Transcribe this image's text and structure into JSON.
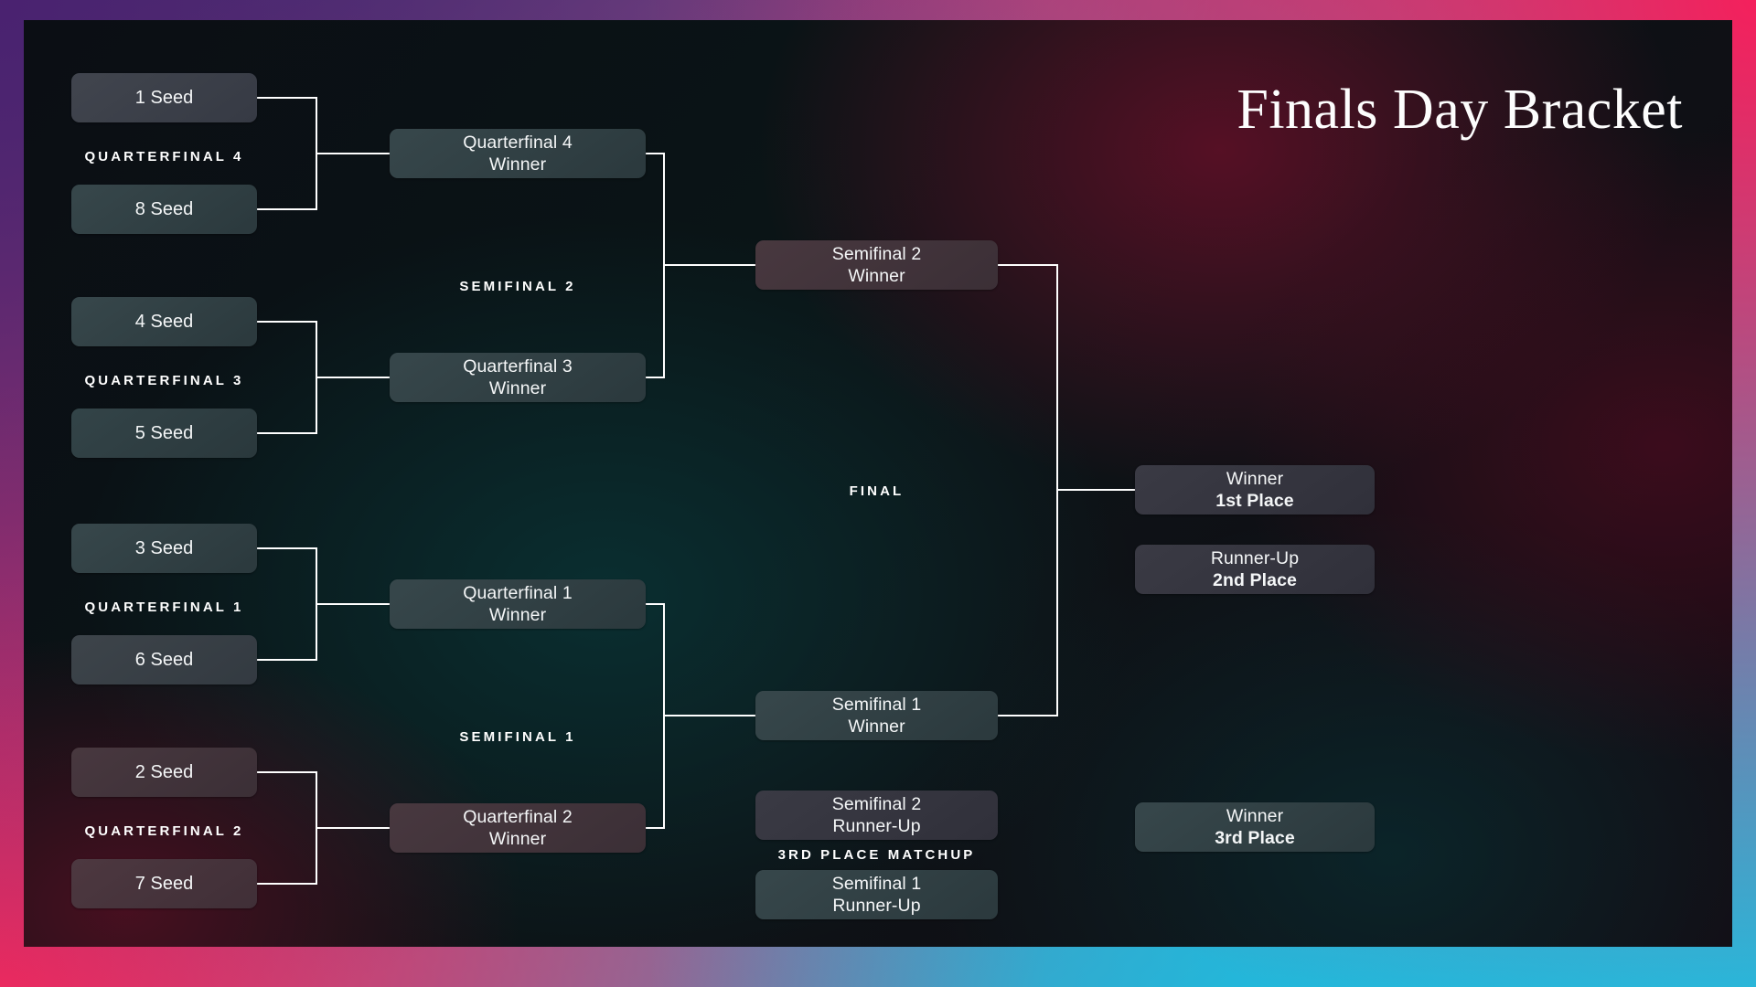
{
  "title": "Finals Day Bracket",
  "rounds": {
    "quarterfinal_4": "QUARTERFINAL 4",
    "quarterfinal_3": "QUARTERFINAL 3",
    "quarterfinal_1": "QUARTERFINAL 1",
    "quarterfinal_2": "QUARTERFINAL 2",
    "semifinal_2": "SEMIFINAL 2",
    "semifinal_1": "SEMIFINAL 1",
    "final": "FINAL",
    "third_place": "3RD PLACE MATCHUP"
  },
  "seeds": {
    "s1": "1 Seed",
    "s8": "8 Seed",
    "s4": "4 Seed",
    "s5": "5 Seed",
    "s3": "3 Seed",
    "s6": "6 Seed",
    "s2": "2 Seed",
    "s7": "7 Seed"
  },
  "qf_winners": {
    "qf4": {
      "line1": "Quarterfinal 4",
      "line2": "Winner"
    },
    "qf3": {
      "line1": "Quarterfinal 3",
      "line2": "Winner"
    },
    "qf1": {
      "line1": "Quarterfinal 1",
      "line2": "Winner"
    },
    "qf2": {
      "line1": "Quarterfinal 2",
      "line2": "Winner"
    }
  },
  "sf_winners": {
    "sf2": {
      "line1": "Semifinal 2",
      "line2": "Winner"
    },
    "sf1": {
      "line1": "Semifinal 1",
      "line2": "Winner"
    }
  },
  "sf_runners": {
    "sf2": {
      "line1": "Semifinal 2",
      "line2": "Runner-Up"
    },
    "sf1": {
      "line1": "Semifinal 1",
      "line2": "Runner-Up"
    }
  },
  "places": {
    "first": {
      "line1": "Winner",
      "line2": "1st Place"
    },
    "second": {
      "line1": "Runner-Up",
      "line2": "2nd Place"
    },
    "third": {
      "line1": "Winner",
      "line2": "3rd Place"
    }
  },
  "colors": {
    "line": "#ffffff",
    "stage_dark": "#0b0e14",
    "teal_glow": "#0a3032",
    "maroon_glow": "#5c1026",
    "frame_purple": "#4a2270",
    "frame_pink": "#f4205c",
    "frame_cyan": "#12c8e8"
  }
}
